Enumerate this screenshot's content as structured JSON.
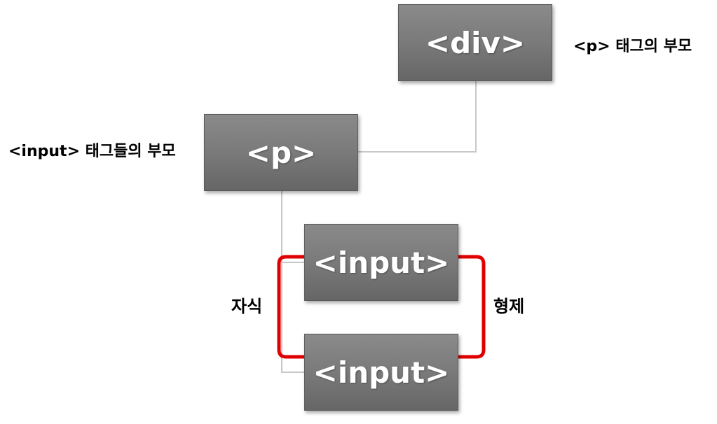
{
  "nodes": {
    "div": "<div>",
    "p": "<p>",
    "input1": "<input>",
    "input2": "<input>"
  },
  "labels": {
    "div_role": "<p> 태그의 부모",
    "p_role": "<input> 태그들의 부모",
    "children": "자식",
    "siblings": "형제"
  },
  "colors": {
    "node_fill": "#7a7a7a",
    "connector": "#c8c8c8",
    "bracket": "#e00000"
  }
}
